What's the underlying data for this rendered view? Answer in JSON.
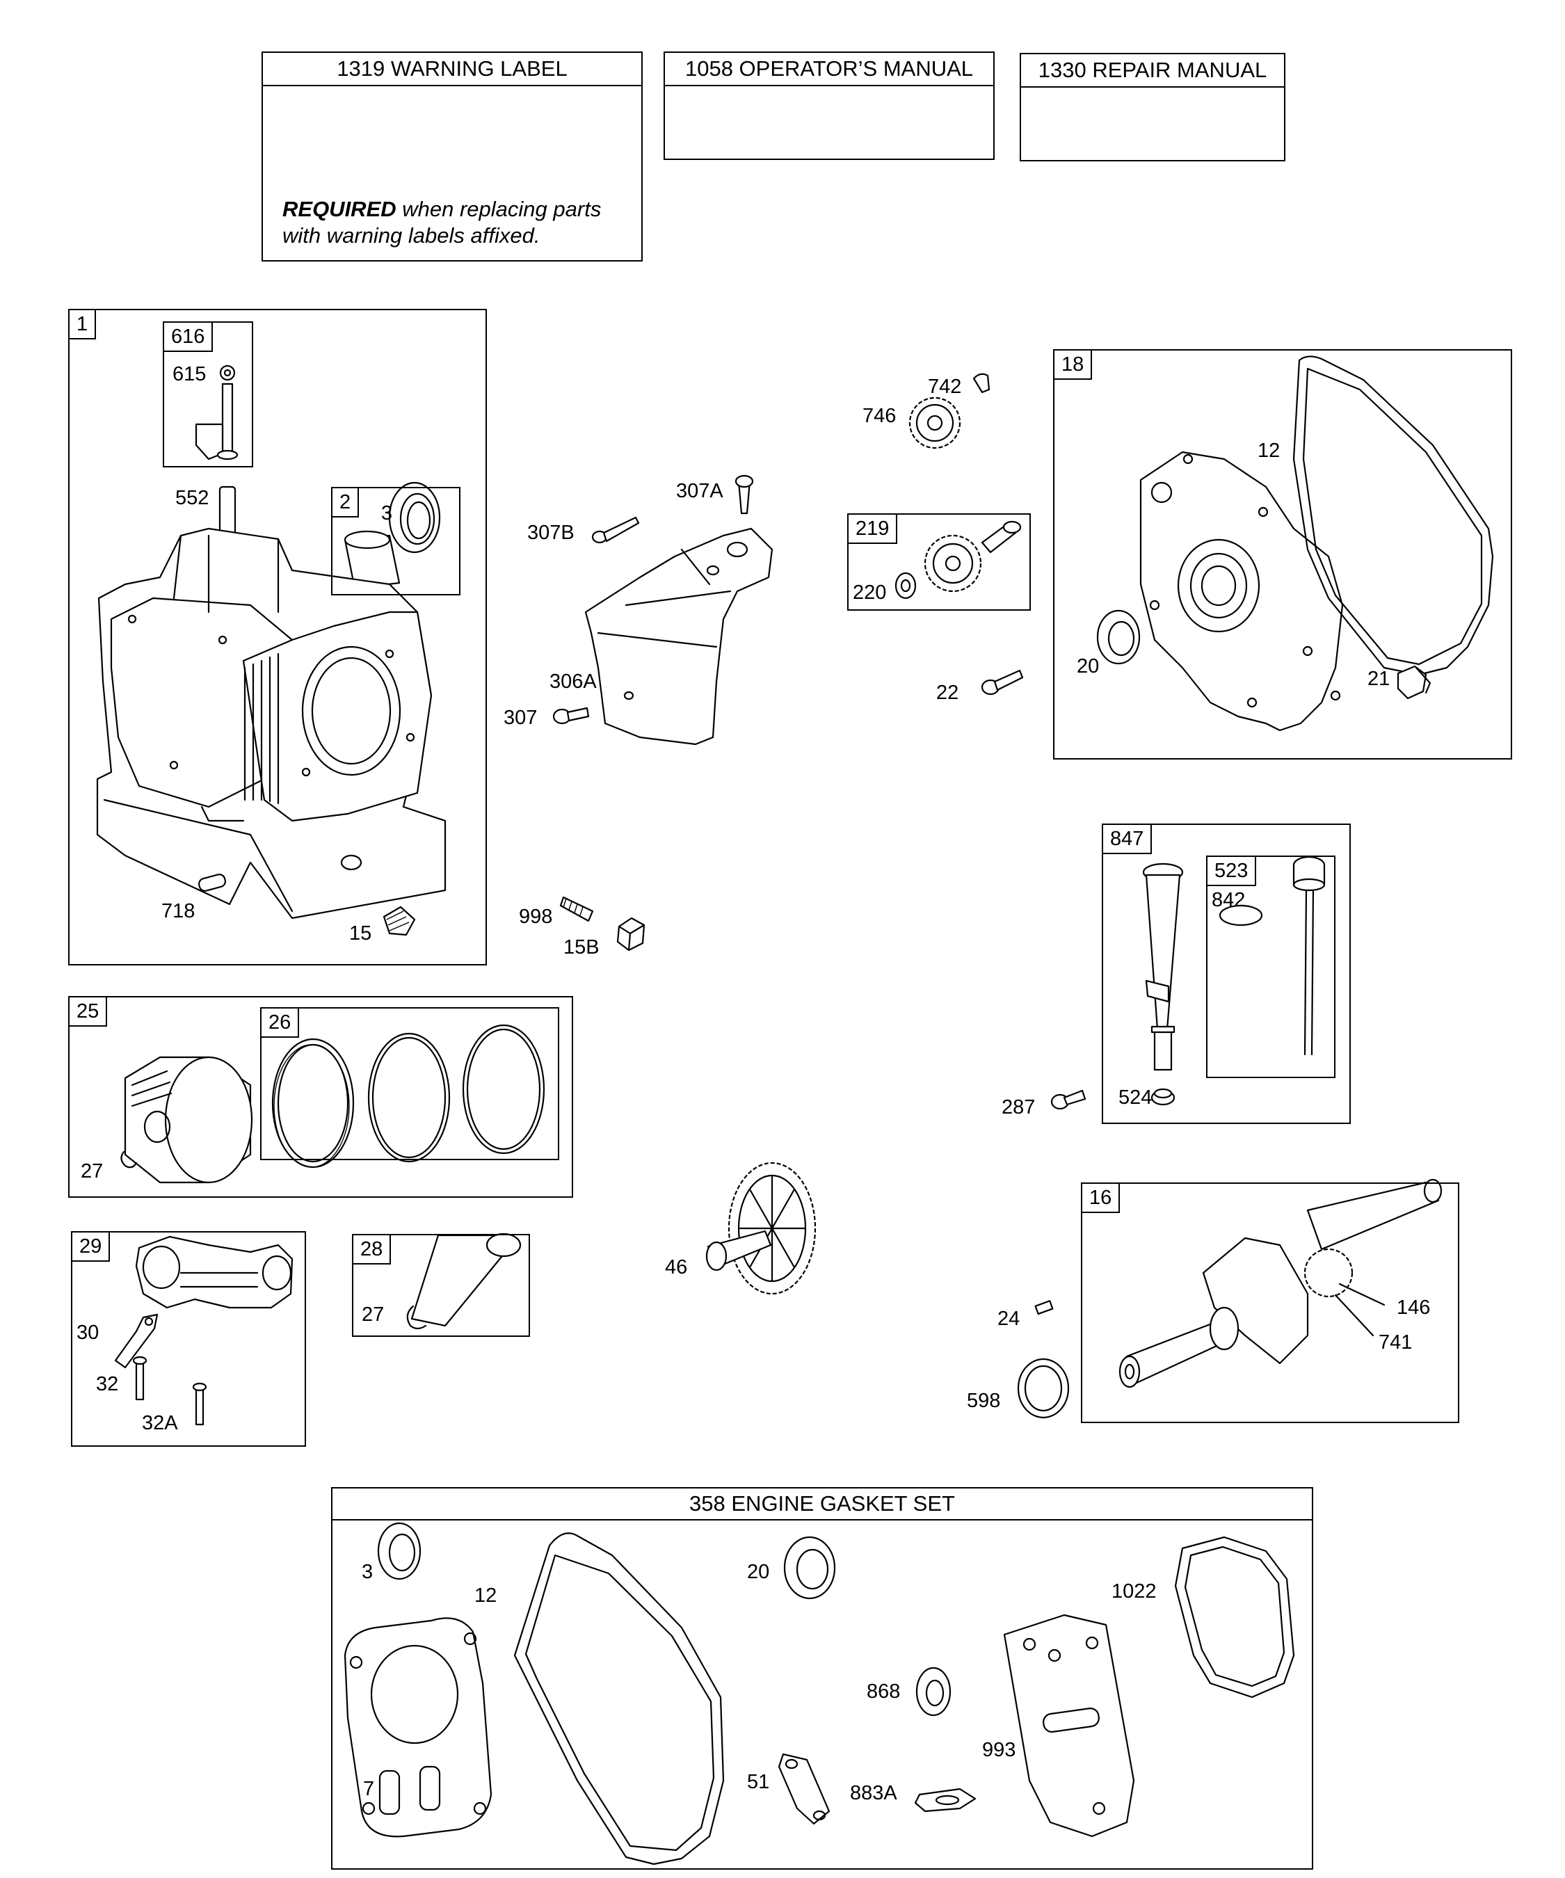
{
  "top_boxes": {
    "warning": {
      "title": "1319 WARNING LABEL",
      "label_heading": "WARNING",
      "required_bold": "REQUIRED",
      "required_rest_1": "when replacing parts",
      "required_line_2": "with warning labels affixed."
    },
    "operators_manual": {
      "title": "1058 OPERATOR’S MANUAL"
    },
    "repair_manual": {
      "title": "1330 REPAIR MANUAL"
    }
  },
  "groups": {
    "g1": {
      "number": "1",
      "parts": [
        "552",
        "718",
        "15"
      ]
    },
    "g616": {
      "number": "616",
      "parts": [
        "615"
      ]
    },
    "g2": {
      "number": "2",
      "parts": [
        "3"
      ]
    },
    "g18": {
      "number": "18",
      "parts": [
        "12",
        "20",
        "21"
      ]
    },
    "g219": {
      "number": "219",
      "parts": [
        "220"
      ]
    },
    "g847": {
      "number": "847",
      "parts": [
        "524"
      ]
    },
    "g523": {
      "number": "523",
      "parts": [
        "842"
      ]
    },
    "g25": {
      "number": "25",
      "parts": [
        "27"
      ]
    },
    "g26": {
      "number": "26"
    },
    "g29": {
      "number": "29",
      "parts": [
        "30",
        "32",
        "32A"
      ]
    },
    "g28": {
      "number": "28",
      "parts": [
        "27"
      ]
    },
    "g16": {
      "number": "16",
      "parts": [
        "146",
        "741"
      ]
    }
  },
  "loose_parts": [
    "307A",
    "307B",
    "306A",
    "307",
    "742",
    "746",
    "22",
    "998",
    "15B",
    "287",
    "46",
    "24",
    "598"
  ],
  "gasket_set": {
    "title": "358 ENGINE GASKET SET",
    "parts": [
      "3",
      "12",
      "20",
      "1022",
      "868",
      "993",
      "7",
      "51",
      "883A"
    ]
  }
}
